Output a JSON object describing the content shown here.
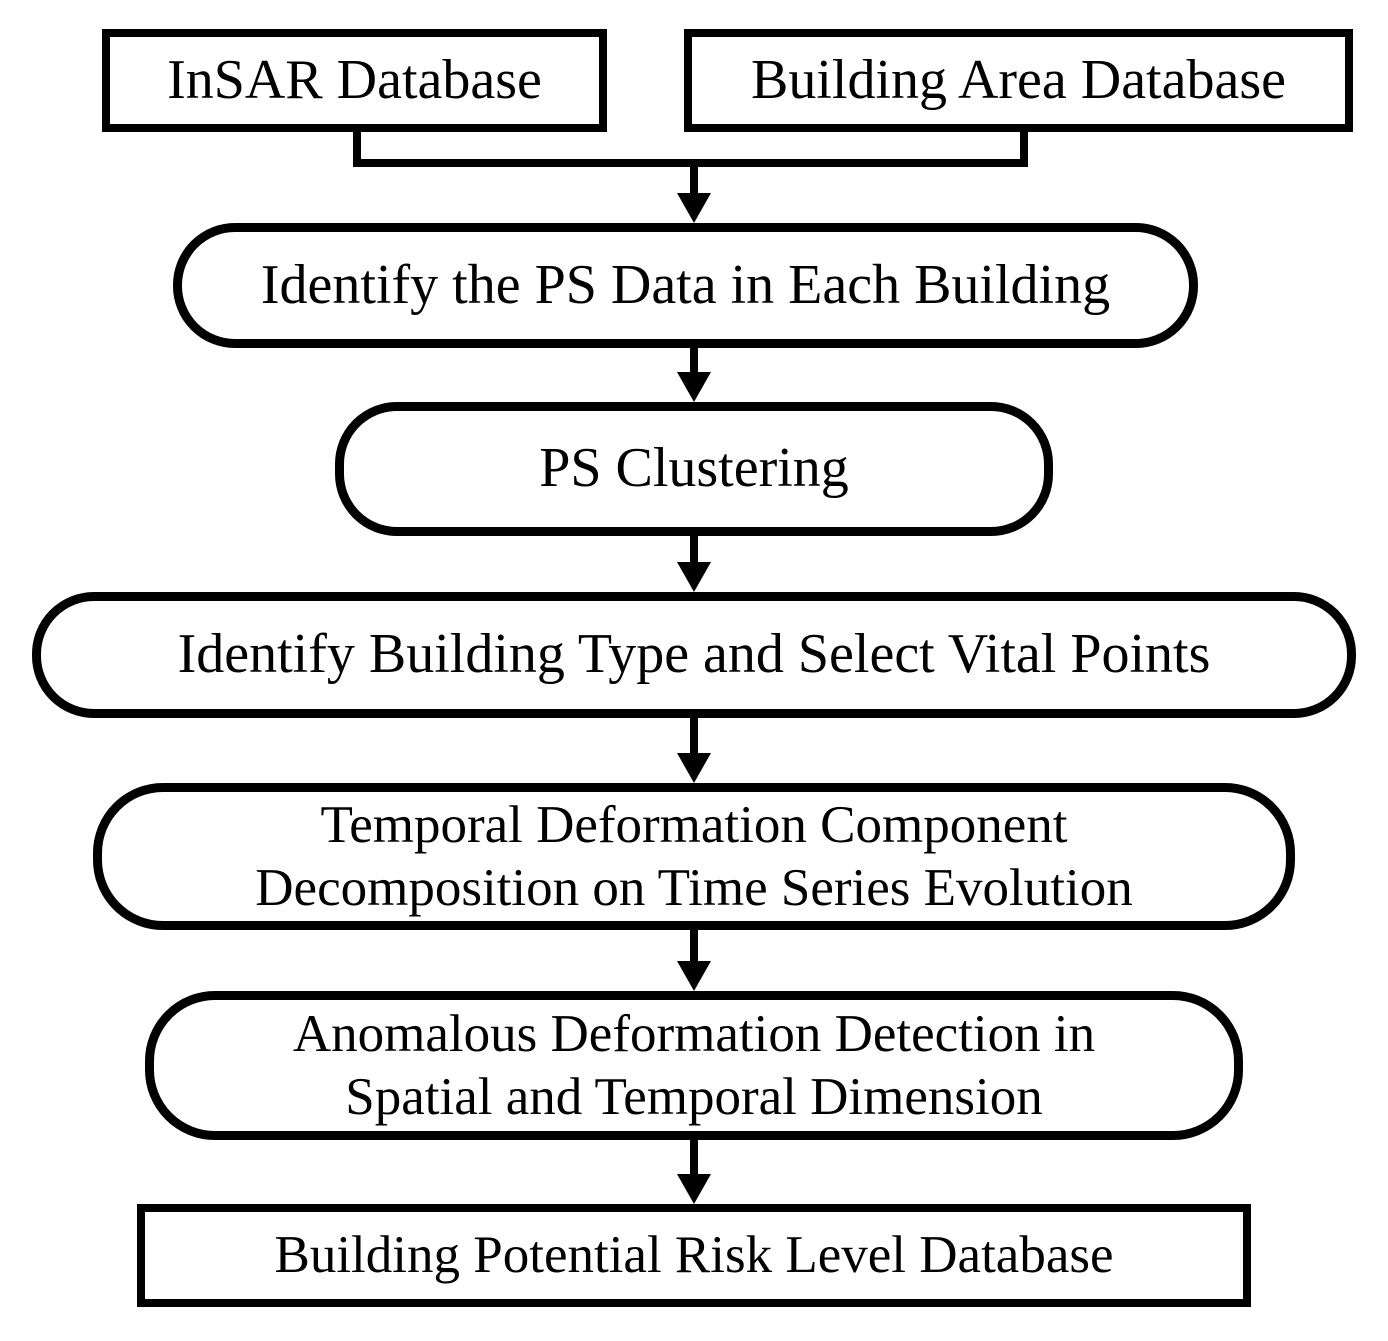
{
  "diagram": {
    "title": "Building potential risk assessment workflow",
    "type": "flowchart",
    "colors": {
      "line": "#000000",
      "background": "#ffffff",
      "node_fill": "#ffffff",
      "text": "#000000"
    },
    "nodes": {
      "insar": {
        "label": "InSAR Database",
        "shape": "rectangle"
      },
      "building_area": {
        "label": "Building Area Database",
        "shape": "rectangle"
      },
      "identify_ps": {
        "label": "Identify the PS Data in Each Building",
        "shape": "stadium"
      },
      "ps_clustering": {
        "label": "PS Clustering",
        "shape": "stadium"
      },
      "identify_type": {
        "label": "Identify Building Type and Select Vital Points",
        "shape": "stadium"
      },
      "temporal": {
        "label": "Temporal Deformation Component Decomposition on Time Series Evolution",
        "line1": "Temporal Deformation Component",
        "line2": "Decomposition on Time Series Evolution",
        "shape": "stadium"
      },
      "anomalous": {
        "label": "Anomalous Deformation Detection in Spatial and Temporal Dimension",
        "line1": "Anomalous Deformation Detection in",
        "line2": "Spatial and Temporal Dimension",
        "shape": "stadium"
      },
      "risk_db": {
        "label": "Building Potential Risk Level Database",
        "shape": "rectangle"
      }
    },
    "edges": [
      "insar + building_area -> identify_ps",
      "identify_ps -> ps_clustering",
      "ps_clustering -> identify_type",
      "identify_type -> temporal",
      "temporal -> anomalous",
      "anomalous -> risk_db"
    ]
  }
}
